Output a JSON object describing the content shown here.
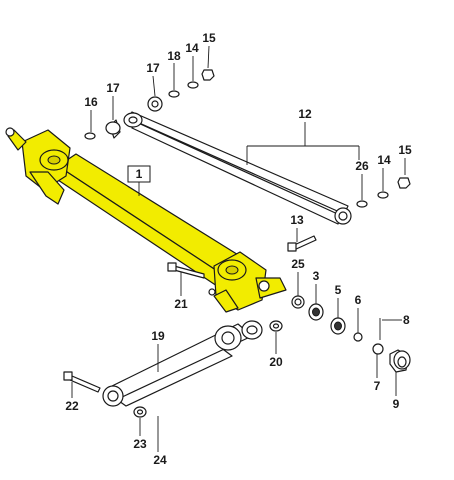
{
  "diagram": {
    "highlight_color": "#f2ec00",
    "callouts": [
      {
        "id": "c1",
        "label": "1"
      },
      {
        "id": "c3",
        "label": "3"
      },
      {
        "id": "c5",
        "label": "5"
      },
      {
        "id": "c6",
        "label": "6"
      },
      {
        "id": "c7",
        "label": "7"
      },
      {
        "id": "c8",
        "label": "8"
      },
      {
        "id": "c9",
        "label": "9"
      },
      {
        "id": "c12",
        "label": "12"
      },
      {
        "id": "c13",
        "label": "13"
      },
      {
        "id": "c14a",
        "label": "14"
      },
      {
        "id": "c14b",
        "label": "14"
      },
      {
        "id": "c15a",
        "label": "15"
      },
      {
        "id": "c15b",
        "label": "15"
      },
      {
        "id": "c16",
        "label": "16"
      },
      {
        "id": "c17a",
        "label": "17"
      },
      {
        "id": "c17b",
        "label": "17"
      },
      {
        "id": "c18",
        "label": "18"
      },
      {
        "id": "c19",
        "label": "19"
      },
      {
        "id": "c20",
        "label": "20"
      },
      {
        "id": "c21",
        "label": "21"
      },
      {
        "id": "c22",
        "label": "22"
      },
      {
        "id": "c23",
        "label": "23"
      },
      {
        "id": "c24",
        "label": "24"
      },
      {
        "id": "c25",
        "label": "25"
      },
      {
        "id": "c26",
        "label": "26"
      }
    ]
  }
}
